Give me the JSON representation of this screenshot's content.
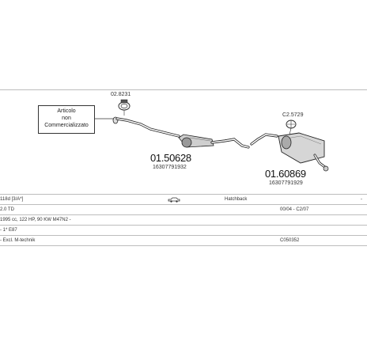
{
  "diagram": {
    "callout": {
      "line1": "Articolo",
      "line2": "non",
      "line3": "Commercializzato"
    },
    "clamp_top_num": "02.8231",
    "clamp_right_num": "C2.5729",
    "front_part": {
      "number": "01.50628",
      "ref": "16307791932"
    },
    "rear_part": {
      "number": "01.60869",
      "ref": "16307791929"
    }
  },
  "table": {
    "row1": {
      "model": "118d [3/A*]",
      "body_type": "Hatchback",
      "extra": "-"
    },
    "row2": {
      "engine": "2.0 TD",
      "dates": "00/04 - C2/07"
    },
    "row3": {
      "specs": "1995 cc, 122 HP, 90 KW M47N2 -"
    },
    "row4": {
      "code": "- 1* E87"
    },
    "row5": {
      "note": "- Excl. M-technik",
      "code": "C050352"
    }
  }
}
